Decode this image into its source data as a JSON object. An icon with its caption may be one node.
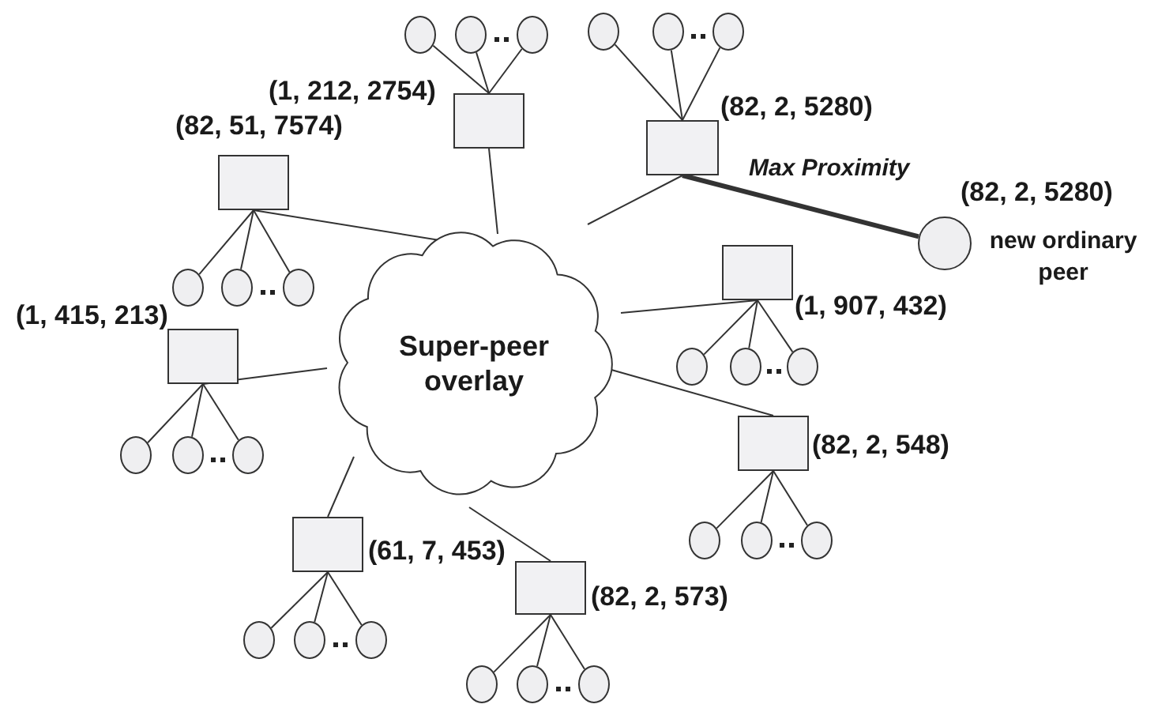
{
  "diagram": {
    "nodes": [
      {
        "text": [
          "Super-peer overlay"
        ]
      },
      {
        "text": [],
        "shape": "box",
        "beside": [
          "(82, 51, 7574)"
        ]
      },
      {
        "text": [],
        "shape": "box",
        "beside": [
          "(1, 212, 2754)"
        ]
      },
      {
        "text": [],
        "shape": "box",
        "beside": [
          "(82, 2, 5280)"
        ]
      },
      {
        "text": [],
        "shape": "box",
        "beside": [
          "(1, 907, 432)"
        ]
      },
      {
        "text": [],
        "shape": "box",
        "beside": [
          "(1, 415, 213)"
        ]
      },
      {
        "text": [],
        "shape": "box",
        "beside": [
          "(82, 2, 548)"
        ]
      },
      {
        "text": [],
        "shape": "box",
        "beside": [
          "(61, 7, 453)"
        ]
      },
      {
        "text": [],
        "shape": "box",
        "beside": [
          "(82, 2, 573)"
        ]
      },
      {
        "text": [],
        "shape": "circle",
        "beside": [
          "(82, 2, 5280)",
          "new ordinary peer"
        ]
      },
      {
        "text": [],
        "shape": "circle"
      },
      {
        "text": [],
        "shape": "circle"
      },
      {
        "text": [],
        "shape": "circle"
      },
      {
        "text": [],
        "shape": "circle"
      },
      {
        "text": [],
        "shape": "circle"
      },
      {
        "text": [],
        "shape": "circle"
      },
      {
        "text": [],
        "shape": "circle"
      },
      {
        "text": [],
        "shape": "circle"
      },
      {
        "text": [],
        "shape": "circle"
      },
      {
        "text": [],
        "shape": "circle"
      },
      {
        "text": [],
        "shape": "circle"
      },
      {
        "text": [],
        "shape": "circle"
      },
      {
        "text": [],
        "shape": "circle"
      },
      {
        "text": [],
        "shape": "circle"
      },
      {
        "text": [],
        "shape": "circle"
      },
      {
        "text": [],
        "shape": "circle"
      },
      {
        "text": [],
        "shape": "circle"
      },
      {
        "text": [],
        "shape": "circle"
      },
      {
        "text": [],
        "shape": "circle"
      },
      {
        "text": [],
        "shape": "circle"
      },
      {
        "text": [],
        "shape": "circle"
      },
      {
        "text": [],
        "shape": "circle"
      },
      {
        "text": [],
        "shape": "circle"
      },
      {
        "text": [],
        "shape": "circle"
      }
    ],
    "edges": [
      {
        "from": 1,
        "to": 0,
        "arrow": "none"
      },
      {
        "from": 1,
        "to": 10,
        "arrow": "none"
      },
      {
        "from": 1,
        "to": 11,
        "arrow": "none"
      },
      {
        "from": 1,
        "to": 12,
        "arrow": "none"
      },
      {
        "from": 2,
        "to": 0,
        "arrow": "none"
      },
      {
        "from": 2,
        "to": 13,
        "arrow": "none"
      },
      {
        "from": 2,
        "to": 14,
        "arrow": "none"
      },
      {
        "from": 2,
        "to": 15,
        "arrow": "none"
      },
      {
        "from": 3,
        "to": 0,
        "arrow": "none"
      },
      {
        "from": 3,
        "to": 16,
        "arrow": "none"
      },
      {
        "from": 3,
        "to": 17,
        "arrow": "none"
      },
      {
        "from": 3,
        "to": 18,
        "arrow": "none"
      },
      {
        "from": 4,
        "to": 0,
        "arrow": "none"
      },
      {
        "from": 4,
        "to": 19,
        "arrow": "none"
      },
      {
        "from": 4,
        "to": 20,
        "arrow": "none"
      },
      {
        "from": 4,
        "to": 21,
        "arrow": "none"
      },
      {
        "from": 5,
        "to": 0,
        "arrow": "none"
      },
      {
        "from": 5,
        "to": 22,
        "arrow": "none"
      },
      {
        "from": 5,
        "to": 23,
        "arrow": "none"
      },
      {
        "from": 5,
        "to": 24,
        "arrow": "none"
      },
      {
        "from": 6,
        "to": 0,
        "arrow": "none"
      },
      {
        "from": 6,
        "to": 25,
        "arrow": "none"
      },
      {
        "from": 6,
        "to": 26,
        "arrow": "none"
      },
      {
        "from": 6,
        "to": 27,
        "arrow": "none"
      },
      {
        "from": 7,
        "to": 0,
        "arrow": "none"
      },
      {
        "from": 7,
        "to": 28,
        "arrow": "none"
      },
      {
        "from": 7,
        "to": 29,
        "arrow": "none"
      },
      {
        "from": 7,
        "to": 30,
        "arrow": "none"
      },
      {
        "from": 8,
        "to": 0,
        "arrow": "none"
      },
      {
        "from": 8,
        "to": 31,
        "arrow": "none"
      },
      {
        "from": 8,
        "to": 32,
        "arrow": "none"
      },
      {
        "from": 8,
        "to": 33,
        "arrow": "none"
      },
      {
        "from": 3,
        "to": 9,
        "arrow": "none",
        "label": "Max Proximity",
        "style": "thick"
      }
    ]
  }
}
